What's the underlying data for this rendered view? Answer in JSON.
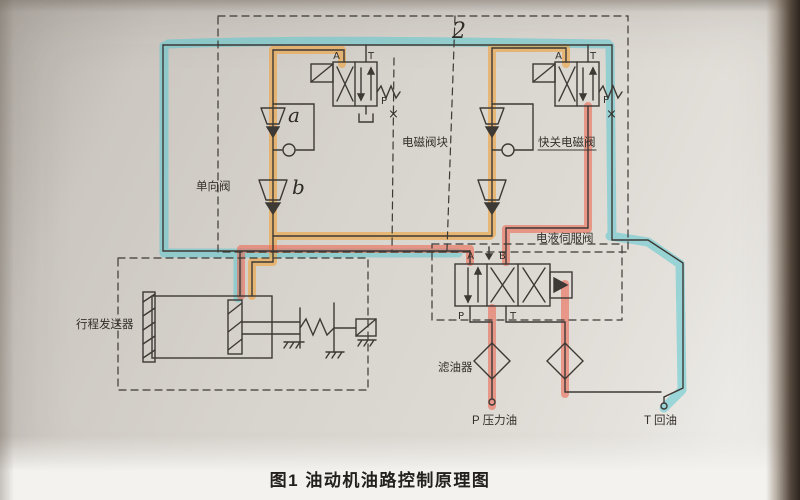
{
  "figure": {
    "caption": "图1 油动机油路控制原理图"
  },
  "labels": {
    "solenoid_valve_block": "电磁阀块",
    "quick_close_solenoid_valve": "快关电磁阀",
    "check_valve": "单向阀",
    "electro_hydraulic_servo_valve": "电液伺服阀",
    "stroke_transmitter": "行程发送器",
    "oil_filter": "滤油器",
    "pressure_oil": "P 压力油",
    "return_oil": "T 回油"
  },
  "annotations": {
    "handwritten_2": "2",
    "handwritten_a": "a",
    "handwritten_b": "b",
    "cross_left": "×",
    "cross_right": "×"
  },
  "ports": {
    "left_valve_a": "A",
    "left_valve_t": "T",
    "left_valve_p": "P",
    "right_valve_a": "A",
    "right_valve_t": "T",
    "right_valve_p": "P",
    "servo_a": "A",
    "servo_b": "B",
    "servo_p": "P",
    "servo_t": "T"
  },
  "colors": {
    "highlight_cyan": "#5bc8d0",
    "highlight_orange": "#f0a23a",
    "highlight_red": "#ee6650",
    "ink": "#3d3935",
    "paper": "#d7d3cd"
  }
}
